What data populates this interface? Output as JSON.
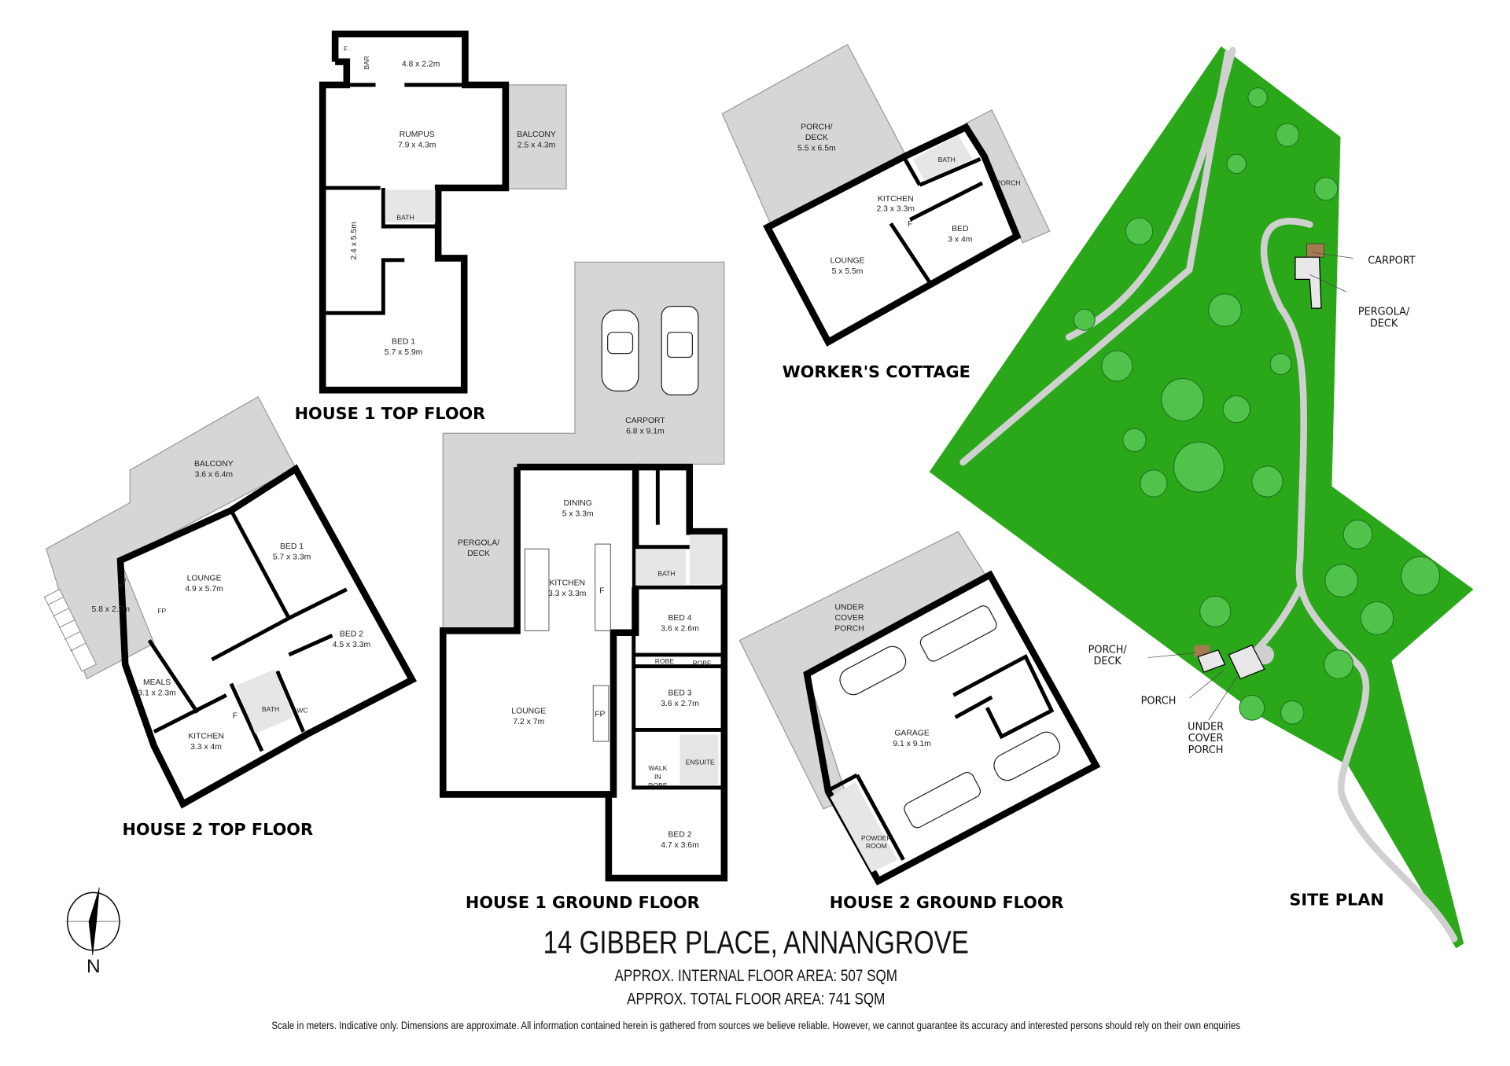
{
  "title": "14 GIBBER PLACE, ANNANGROVE",
  "internal_area": "APPROX. INTERNAL FLOOR AREA: 507 SQM",
  "total_area": "APPROX. TOTAL FLOOR AREA: 741 SQM",
  "disclaimer": "Scale in meters. Indicative only. Dimensions are approximate. All information contained herein is gathered from sources we believe reliable. However, we cannot guarantee its accuracy and interested persons should rely on their own enquiries",
  "compass": {
    "label": "N",
    "icon": "north-arrow-icon"
  },
  "colors": {
    "lawn": "#2aa81a",
    "path": "#d0d0d0",
    "deck": "#d6d6d6",
    "wall": "#000000"
  },
  "house1_top": {
    "title": "HOUSE 1 TOP FLOOR",
    "rooms": {
      "bar_area": "4.8 x 2.2m",
      "bar": "BAR",
      "fridge": "F",
      "rumpus": {
        "name": "RUMPUS",
        "dims": "7.9 x 4.3m"
      },
      "balcony": {
        "name": "BALCONY",
        "dims": "2.5 x 4.3m"
      },
      "bath": "BATH",
      "hall": "2.4 x 5.5m",
      "bed1": {
        "name": "BED 1",
        "dims": "5.7 x 5.9m"
      }
    }
  },
  "house1_ground": {
    "title": "HOUSE 1 GROUND FLOOR",
    "rooms": {
      "carport": {
        "name": "CARPORT",
        "dims": "6.8 x 9.1m"
      },
      "pergola": {
        "line1": "PERGOLA/",
        "line2": "DECK"
      },
      "dining": {
        "name": "DINING",
        "dims": "5 x 3.3m"
      },
      "kitchen": {
        "name": "KITCHEN",
        "dims": "3.3 x 3.3m"
      },
      "fridge": "F",
      "bath": "BATH",
      "bed4": {
        "name": "BED 4",
        "dims": "3.6 x 2.6m"
      },
      "robe1": "ROBE",
      "robe2": "ROBE",
      "bed3": {
        "name": "BED 3",
        "dims": "3.6 x 2.7m"
      },
      "lounge": {
        "name": "LOUNGE",
        "dims": "7.2 x 7m"
      },
      "fireplace": "FP",
      "walkin": {
        "line1": "WALK",
        "line2": "IN",
        "line3": "ROBE"
      },
      "ensuite": "ENSUITE",
      "bed2": {
        "name": "BED 2",
        "dims": "4.7 x 3.6m"
      }
    }
  },
  "cottage": {
    "title": "WORKER'S COTTAGE",
    "rooms": {
      "deck": {
        "line1": "PORCH/",
        "line2": "DECK",
        "dims": "5.5 x 6.5m"
      },
      "bath": "BATH",
      "porch": "PORCH",
      "kitchen": {
        "name": "KITCHEN",
        "dims": "2.3 x 3.3m"
      },
      "fridge": "F",
      "bed": {
        "name": "BED",
        "dims": "3 x 4m"
      },
      "lounge": {
        "name": "LOUNGE",
        "dims": "5 x 5.5m"
      }
    }
  },
  "house2_top": {
    "title": "HOUSE 2 TOP FLOOR",
    "rooms": {
      "balcony": {
        "name": "BALCONY",
        "dims": "3.6 x 6.4m"
      },
      "deck": "5.8 x 2.2m",
      "lounge": {
        "name": "LOUNGE",
        "dims": "4.9 x 5.7m"
      },
      "bed1": {
        "name": "BED 1",
        "dims": "5.7 x 3.3m"
      },
      "bed2": {
        "name": "BED 2",
        "dims": "4.5 x 3.3m"
      },
      "meals": {
        "name": "MEALS",
        "dims": "3.1 x 2.3m"
      },
      "kitchen": {
        "name": "KITCHEN",
        "dims": "3.3 x 4m"
      },
      "bath": "BATH",
      "wc": "WC",
      "fridge": "F",
      "fireplace": "FP",
      "ac": "A/C"
    }
  },
  "house2_ground": {
    "title": "HOUSE 2 GROUND FLOOR",
    "rooms": {
      "porch": {
        "line1": "UNDER",
        "line2": "COVER",
        "line3": "PORCH"
      },
      "garage": {
        "name": "GARAGE",
        "dims": "9.1 x 9.1m"
      },
      "powder": {
        "line1": "POWDER",
        "line2": "ROOM"
      }
    }
  },
  "site_plan": {
    "title": "SITE PLAN",
    "labels": {
      "carport": "CARPORT",
      "pergola1": "PERGOLA/",
      "pergola2": "DECK",
      "porchdeck1": "PORCH/",
      "porchdeck2": "DECK",
      "porch": "PORCH",
      "ucp1": "UNDER",
      "ucp2": "COVER",
      "ucp3": "PORCH"
    }
  }
}
